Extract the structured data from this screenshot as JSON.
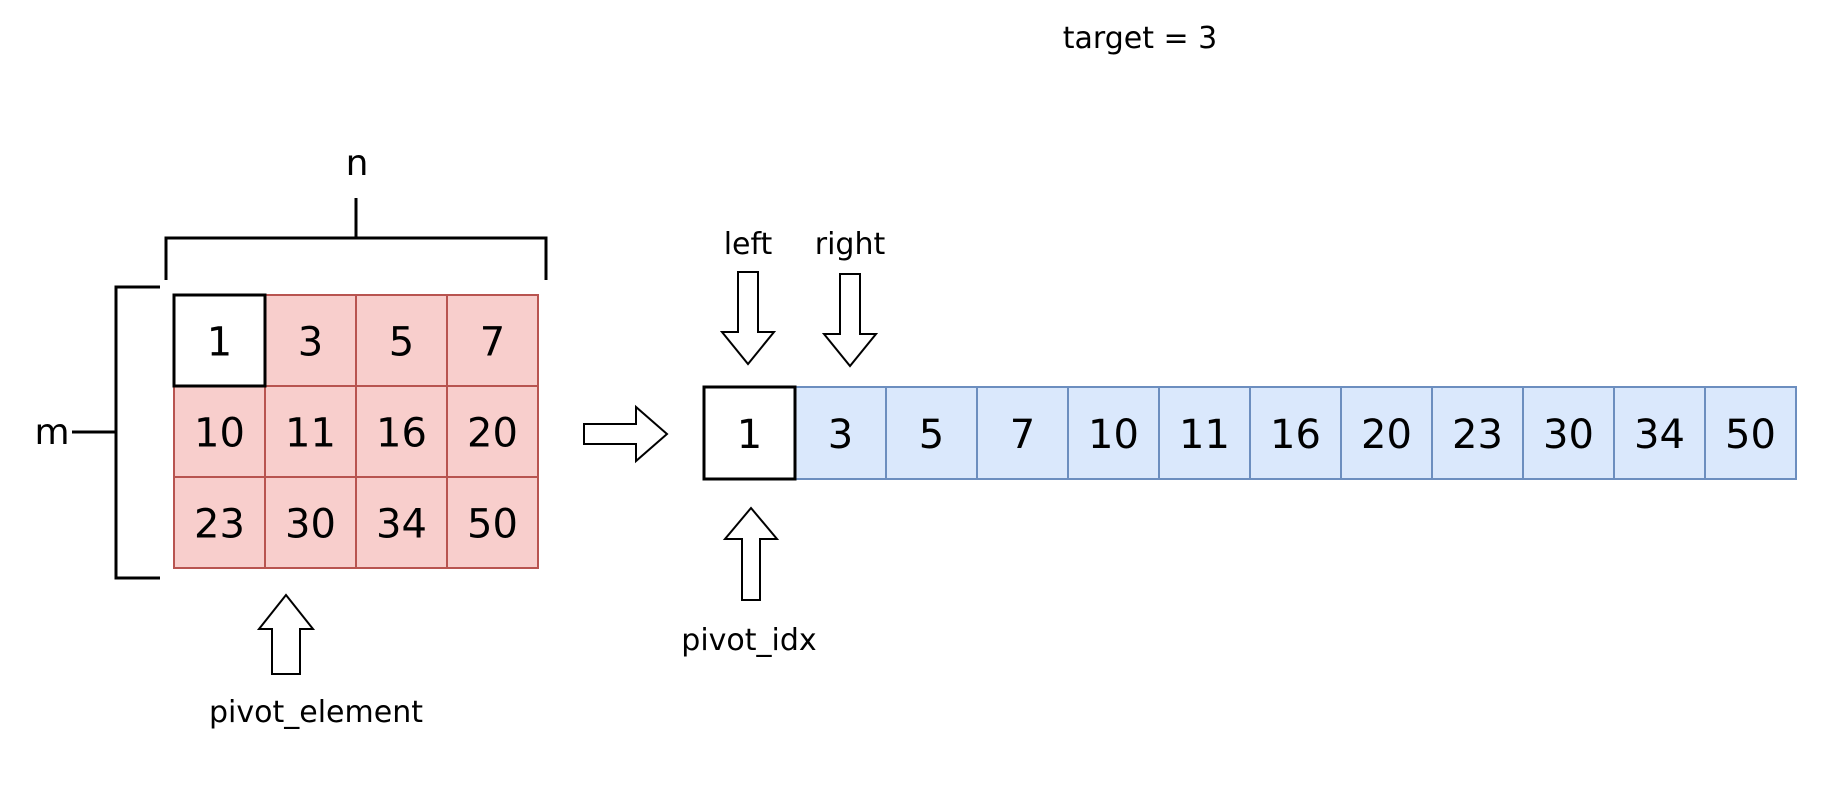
{
  "header": {
    "target_label": "target = 3"
  },
  "matrix": {
    "rows": [
      [
        1,
        3,
        5,
        7
      ],
      [
        10,
        11,
        16,
        20
      ],
      [
        23,
        30,
        34,
        50
      ]
    ],
    "highlight": [
      0,
      0
    ],
    "dim_cols_label": "n",
    "dim_rows_label": "m",
    "pointer_label": "pivot_element",
    "fill_color": "#f8cecc",
    "stroke_color": "#b85450"
  },
  "array": {
    "values": [
      1,
      3,
      5,
      7,
      10,
      11,
      16,
      20,
      23,
      30,
      34,
      50
    ],
    "highlight": 0,
    "left_label": "left",
    "right_label": "right",
    "pivot_idx_label": "pivot_idx",
    "fill_color": "#dae8fc",
    "stroke_color": "#6c8ebf"
  }
}
